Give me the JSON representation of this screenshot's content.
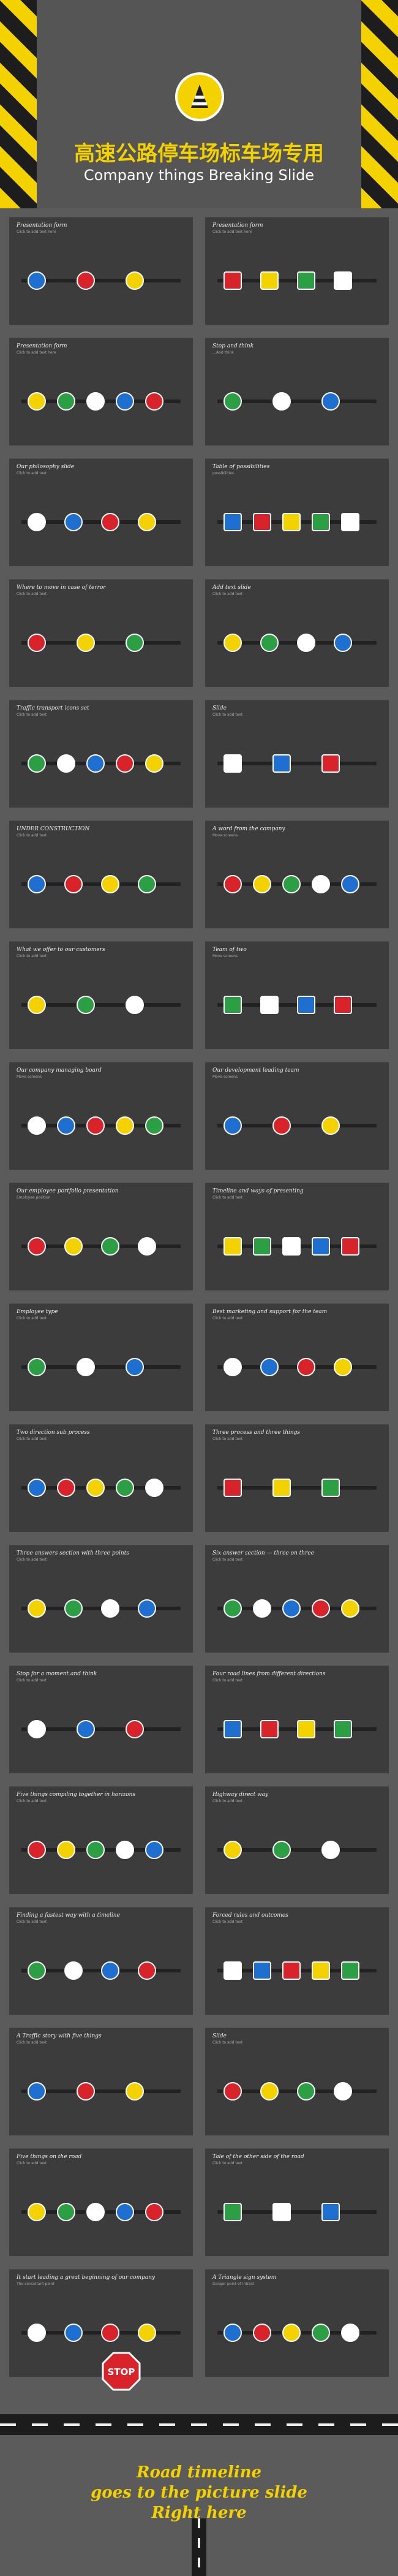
{
  "hero": {
    "title": "高速公路停车场标车场专用",
    "subtitle": "Company things Breaking Slide",
    "badge_icon": "traffic-cone-icon",
    "accent": "#f4d200"
  },
  "slides": [
    {
      "title": "Presentation form",
      "sub": "Click to add text here"
    },
    {
      "title": "Presentation form",
      "sub": "Click to add text here"
    },
    {
      "title": "Presentation form",
      "sub": "Click to add text here"
    },
    {
      "title": "Stop and think",
      "sub": "…And think"
    },
    {
      "title": "Our philosophy slide",
      "sub": "Click to add text"
    },
    {
      "title": "Table of possibilities",
      "sub": "possibilities"
    },
    {
      "title": "Where to move in case of terror",
      "sub": "Click to add text"
    },
    {
      "title": "Add text slide",
      "sub": "Click to add text"
    },
    {
      "title": "Traffic transport icons set",
      "sub": "Click to add text"
    },
    {
      "title": "Slide",
      "sub": "Click to add text"
    },
    {
      "title": "UNDER CONSTRUCTION",
      "sub": "Click to add text"
    },
    {
      "title": "A word from the company",
      "sub": "Move screens"
    },
    {
      "title": "What we offer to our customers",
      "sub": "Click to add text"
    },
    {
      "title": "Team of two",
      "sub": "Move screens"
    },
    {
      "title": "Our company managing board",
      "sub": "Move screens"
    },
    {
      "title": "Our development leading team",
      "sub": "Move screens"
    },
    {
      "title": "Our employee portfolio presentation",
      "sub": "Employee position"
    },
    {
      "title": "Timeline and ways of presenting",
      "sub": "Click to add text"
    },
    {
      "title": "Employee type",
      "sub": "Click to add text"
    },
    {
      "title": "Best marketing and support for the team",
      "sub": "Click to add text"
    },
    {
      "title": "Two direction sub process",
      "sub": "Click to add text"
    },
    {
      "title": "Three process and three things",
      "sub": "Click to add text"
    },
    {
      "title": "Three answers section with three points",
      "sub": "Click to add text"
    },
    {
      "title": "Six answer section — three on three",
      "sub": "Click to add text"
    },
    {
      "title": "Stop for a moment and think",
      "sub": "Click to add text"
    },
    {
      "title": "Four road lines from different directions",
      "sub": "Click to add text"
    },
    {
      "title": "Five things compiling together in horizons",
      "sub": "Click to add text"
    },
    {
      "title": "Highway direct way",
      "sub": "Click to add text"
    },
    {
      "title": "Finding a fastest way with a timeline",
      "sub": "Click to add text"
    },
    {
      "title": "Forced rules and outcomes",
      "sub": "Click to add text"
    },
    {
      "title": "A Traffic story with five things",
      "sub": "Click to add text"
    },
    {
      "title": "Slide",
      "sub": "Click to add text"
    },
    {
      "title": "Five things on the road",
      "sub": "Click to add text"
    },
    {
      "title": "Tale of the other side of the road",
      "sub": "Click to add text"
    },
    {
      "title": "It start leading a great beginning of our company",
      "sub": "The consultant point"
    },
    {
      "title": "A Triangle sign system",
      "sub": "Danger point of intrest"
    }
  ],
  "footer": {
    "line1": "Road timeline",
    "line2": "goes to the picture slide",
    "line3": "Right here",
    "stop_label": "STOP"
  }
}
